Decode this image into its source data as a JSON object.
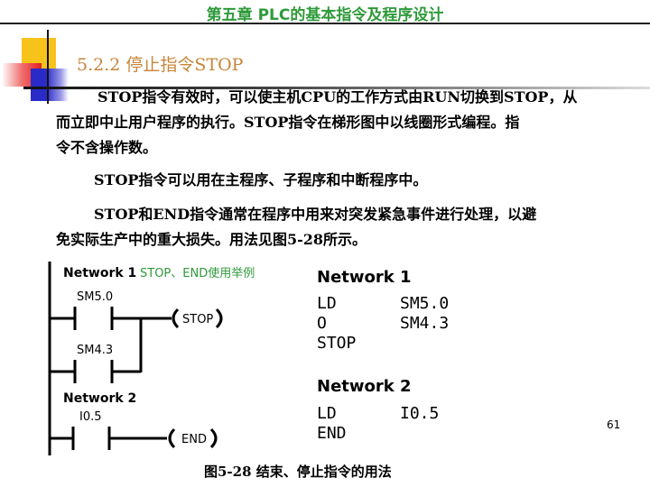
{
  "header": {
    "chapter_title": "第五章  PLC的基本指令及程序设计"
  },
  "section": {
    "heading": "5.2.2 停止指令STOP"
  },
  "body": {
    "p1_line1": "STOP指令有效时，可以使主机CPU的工作方式由RUN切换到STOP，从",
    "p1_line2": "而立即中止用户程序的执行。STOP指令在梯形图中以线圈形式编程。指",
    "p1_line3": "令不含操作数。",
    "p2": "STOP指令可以用在主程序、子程序和中断程序中。",
    "p3_line1": "STOP和END指令通常在程序中用来对突发紧急事件进行处理，以避",
    "p3_line2": "免实际生产中的重大损失。用法见图5-28所示。"
  },
  "ladder": {
    "network1_label": "Network 1",
    "network1_comment": "STOP、END使用举例",
    "contact1": "SM5.0",
    "contact2": "SM4.3",
    "coil1": "STOP",
    "network2_label": "Network 2",
    "contact3": "I0.5",
    "coil2": "END"
  },
  "statement_list": {
    "network1_label": "Network 1",
    "rows1": [
      [
        "LD",
        "SM5.0"
      ],
      [
        "O",
        "SM4.3"
      ],
      [
        "STOP",
        ""
      ]
    ],
    "network2_label": "Network 2",
    "rows2": [
      [
        "LD",
        "I0.5"
      ],
      [
        "END",
        ""
      ]
    ]
  },
  "page_number": "61",
  "figure_caption": "图5-28 结束、停止指令的用法",
  "colors": {
    "chapter": "#2e9a3a",
    "heading": "#c8843a",
    "comment": "#2e9a3a"
  }
}
